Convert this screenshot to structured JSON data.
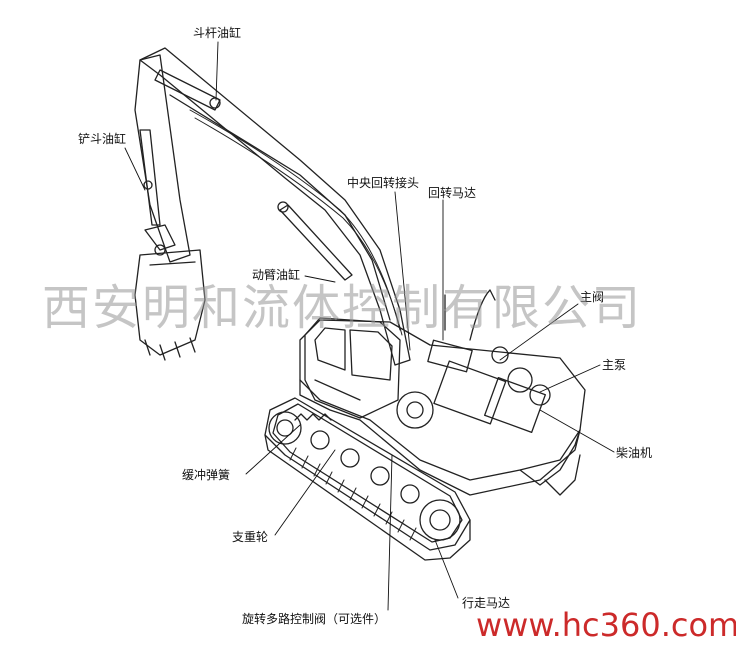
{
  "labels": {
    "stick_cylinder": "斗杆油缸",
    "bucket_cylinder": "铲斗油缸",
    "center_joint": "中央回转接头",
    "swing_motor": "回转马达",
    "boom_cylinder": "动臂油缸",
    "main_valve": "主阀",
    "main_pump": "主泵",
    "diesel_engine": "柴油机",
    "buffer_spring": "缓冲弹簧",
    "support_wheel": "支重轮",
    "rotary_valve": "旋转多路控制阀（可选件）",
    "travel_motor": "行走马达"
  },
  "watermark": "西安明和流体控制有限公司",
  "site_mark": "www.hc360.com"
}
